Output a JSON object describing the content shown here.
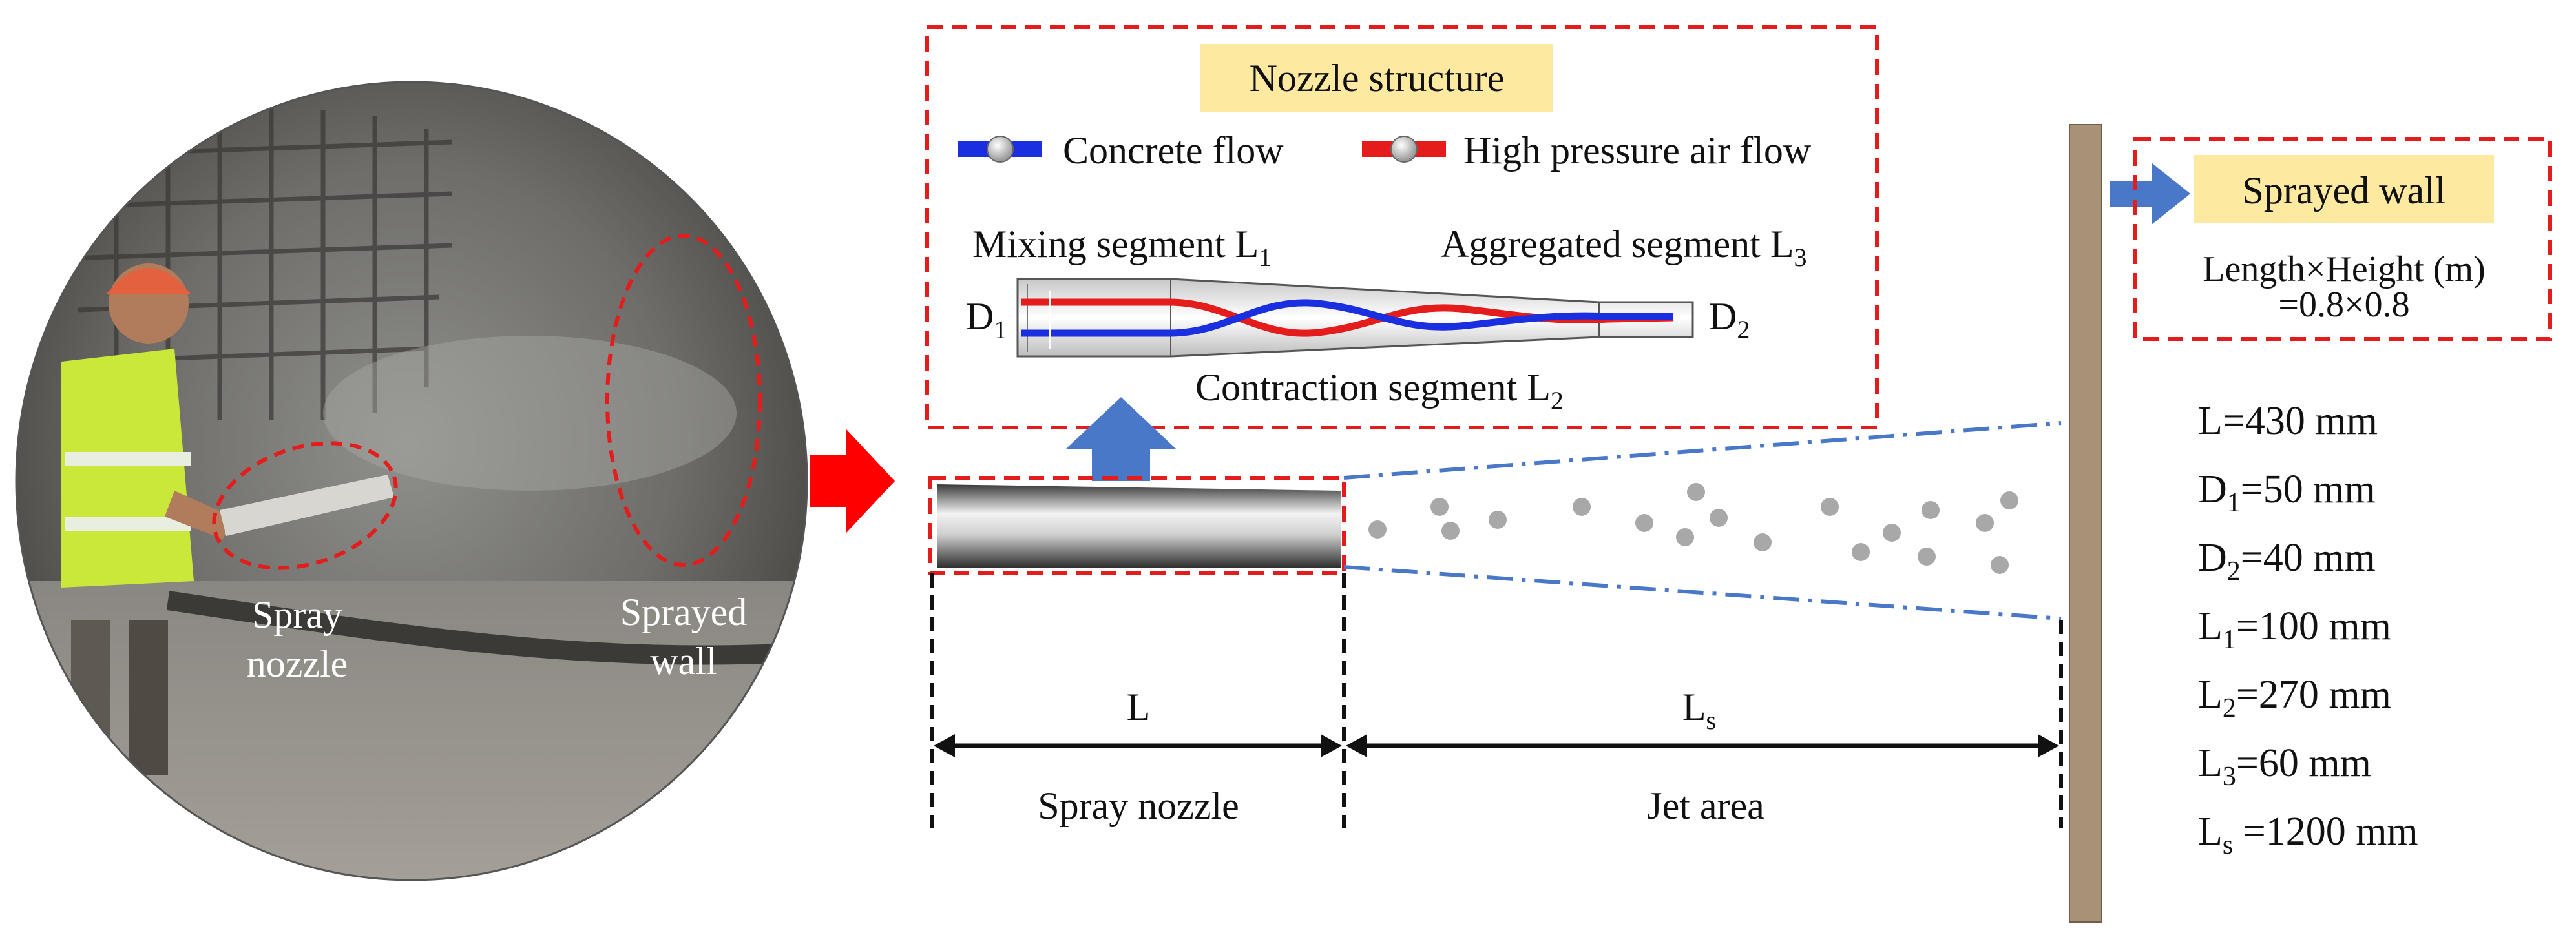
{
  "photo": {
    "labels": {
      "spray_nozzle": [
        "Spray",
        "nozzle"
      ],
      "sprayed_wall": [
        "Sprayed",
        "wall"
      ]
    }
  },
  "nozzle_structure": {
    "title": "Nozzle structure",
    "legend": [
      {
        "label": "Concrete flow",
        "color": "#1a2fe0"
      },
      {
        "label": "High pressure air flow",
        "color": "#e41c1c"
      }
    ],
    "mixing": {
      "text": "Mixing segment L",
      "sub": "1"
    },
    "aggregated": {
      "text": "Aggregated segment L",
      "sub": "3"
    },
    "contraction": {
      "text": "Contraction segment L",
      "sub": "2"
    },
    "d1": {
      "text": "D",
      "sub": "1"
    },
    "d2": {
      "text": "D",
      "sub": "2"
    }
  },
  "dimensions": {
    "l_label": "L",
    "ls_label": {
      "text": "L",
      "sub": "s"
    },
    "spray_nozzle": "Spray nozzle",
    "jet_area": "Jet area"
  },
  "sprayed_wall": {
    "title": "Sprayed wall",
    "line1": "Length×Height (m)",
    "line2": "=0.8×0.8"
  },
  "parameters": [
    {
      "sym": "L",
      "sub": "",
      "val": "=430 mm"
    },
    {
      "sym": "D",
      "sub": "1",
      "val": "=50 mm"
    },
    {
      "sym": "D",
      "sub": "2",
      "val": "=40 mm"
    },
    {
      "sym": "L",
      "sub": "1",
      "val": "=100 mm"
    },
    {
      "sym": "L",
      "sub": "2",
      "val": "=270 mm"
    },
    {
      "sym": "L",
      "sub": "3",
      "val": "=60 mm"
    },
    {
      "sym": "L",
      "sub": "s",
      "val": " =1200 mm"
    }
  ],
  "colors": {
    "dash_red": "#e41c1c",
    "arrow_red": "#ff0000",
    "arrow_blue": "#4a78c8",
    "highlight": "#fde9a0",
    "wall": "#a89277",
    "jet_line": "#4a78c8",
    "particle": "#a8a8a8"
  }
}
